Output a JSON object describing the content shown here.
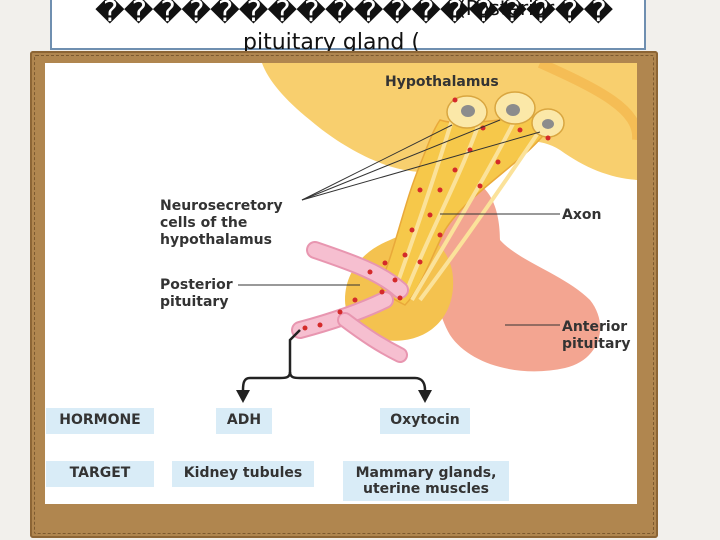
{
  "slide": {
    "title_line1": "������������������",
    "title_overlap": "(Posterior",
    "title_line2": "pituitary gland ("
  },
  "diagram": {
    "labels": {
      "hypothalamus": "Hypothalamus",
      "neurosecretory": [
        "Neurosecretory",
        "cells of the",
        "hypothalamus"
      ],
      "axon": "Axon",
      "posterior": [
        "Posterior",
        "pituitary"
      ],
      "anterior": [
        "Anterior",
        "pituitary"
      ]
    },
    "table": {
      "hormone_header": "HORMONE",
      "target_header": "TARGET",
      "hormones": [
        "ADH",
        "Oxytocin"
      ],
      "targets": [
        "Kidney tubules",
        "Mammary glands,\nuterine muscles"
      ]
    },
    "colors": {
      "hypothalamus": "#f8cf6e",
      "posterior": "#f4c24f",
      "anterior": "#f3a591",
      "vessel": "#f6bfd0",
      "granule": "#d42a2a",
      "table_box": "#d9ecf7"
    }
  }
}
